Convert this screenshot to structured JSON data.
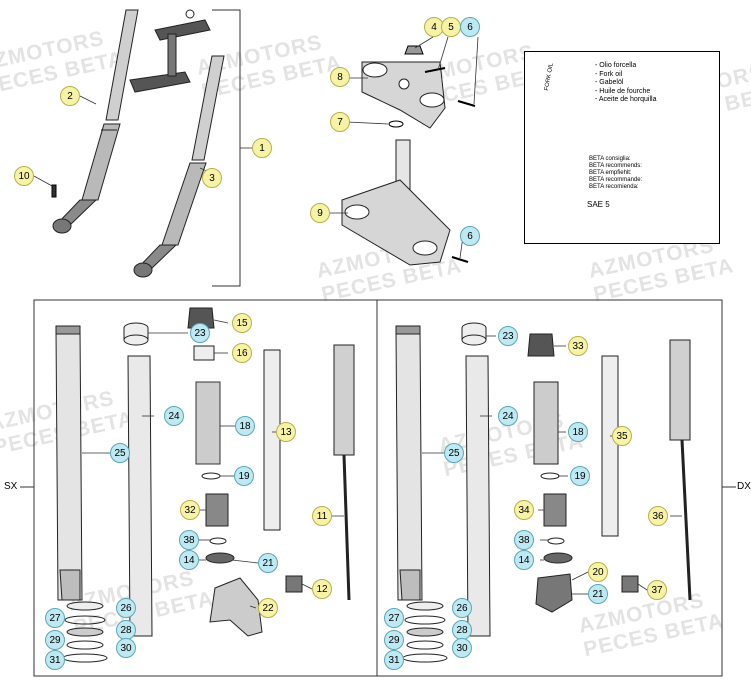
{
  "watermark": {
    "line1": "AZMOTORS",
    "line2": "PECES BETA"
  },
  "side_labels": {
    "left": "SX",
    "right": "DX"
  },
  "oil_box": {
    "can_label": "FORK OIL",
    "names": [
      "- Olio forcella",
      "- Fork oil",
      "- Gabelöl",
      "- Huile de fourche",
      "- Aceite de horquilla"
    ],
    "recommend": [
      "BETA consiglia:",
      "BETA recommends:",
      "BETA empfiehlt:",
      "BETA recommande:",
      "BETA recomienda:"
    ],
    "grade": "SAE 5"
  },
  "colors": {
    "yellow_balloon": "#f6f3a6",
    "blue_balloon": "#bfe9f2",
    "line": "#000000",
    "part_fill": "#d9d9d9"
  },
  "callouts": {
    "c1": "1",
    "c2": "2",
    "c3": "3",
    "c4": "4",
    "c5": "5",
    "c6a": "6",
    "c6b": "6",
    "c7": "7",
    "c8": "8",
    "c9": "9",
    "c10": "10",
    "l23": "23",
    "l15": "15",
    "l16": "16",
    "l24": "24",
    "l25": "25",
    "l18": "18",
    "l13": "13",
    "l19": "19",
    "l32": "32",
    "l11": "11",
    "l38": "38",
    "l14": "14",
    "l21": "21",
    "l12": "12",
    "l22": "22",
    "l27": "27",
    "l26": "26",
    "l29": "29",
    "l28": "28",
    "l31": "31",
    "l30": "30",
    "r23": "23",
    "r33": "33",
    "r24": "24",
    "r25": "25",
    "r18": "18",
    "r35": "35",
    "r19": "19",
    "r34": "34",
    "r36": "36",
    "r38": "38",
    "r14": "14",
    "r20": "20",
    "r21": "21",
    "r37": "37",
    "r27": "27",
    "r26": "26",
    "r29": "29",
    "r28": "28",
    "r31": "31",
    "r30": "30"
  }
}
